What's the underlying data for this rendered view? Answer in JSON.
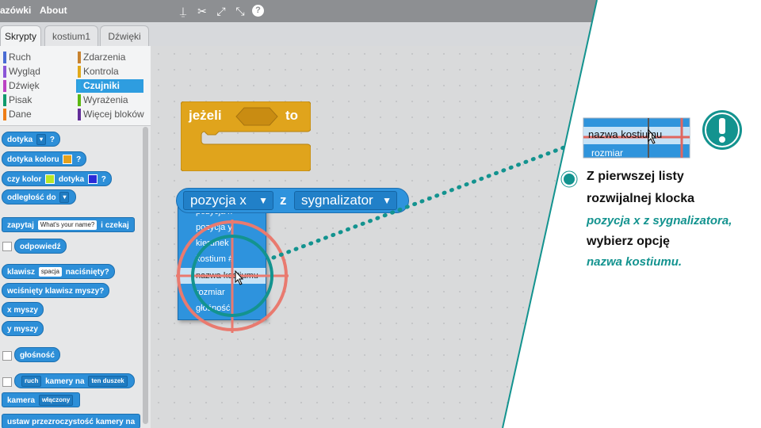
{
  "menubar": {
    "item1": "azówki",
    "item2": "About"
  },
  "tabs": {
    "scripts": "Skrypty",
    "costumes": "kostium1",
    "sounds": "Dźwięki"
  },
  "categories": [
    {
      "label": "Ruch",
      "color": "#4a6cd4"
    },
    {
      "label": "Wygląd",
      "color": "#8a55d7"
    },
    {
      "label": "Dźwięk",
      "color": "#bb42c3"
    },
    {
      "label": "Pisak",
      "color": "#0e9a6c"
    },
    {
      "label": "Dane",
      "color": "#ee7d16"
    },
    {
      "label": "Zdarzenia",
      "color": "#c88330"
    },
    {
      "label": "Kontrola",
      "color": "#e1a91a"
    },
    {
      "label": "Czujniki",
      "color": "#2ca5e2"
    },
    {
      "label": "Wyrażenia",
      "color": "#5cb712"
    },
    {
      "label": "Więcej bloków",
      "color": "#632d99"
    }
  ],
  "palette": {
    "touching": "dotyka",
    "q": "?",
    "touching_color": "dotyka koloru",
    "color_is": "czy kolor",
    "touching2": "dotyka",
    "distance": "odległość do",
    "ask": "zapytaj",
    "ask_default": "What's your name?",
    "and_wait": "i czekaj",
    "answer": "odpowiedź",
    "key": "klawisz",
    "key_value": "spacja",
    "pressed": "naciśnięty?",
    "mouse_down": "wciśnięty klawisz myszy?",
    "mouse_x": "x myszy",
    "mouse_y": "y myszy",
    "loudness": "głośność",
    "video_motion": "ruch",
    "video_on": "kamery na",
    "video_target": "ten duszek",
    "camera": "kamera",
    "camera_state": "włączony",
    "transparency": "ustaw przezroczystość kamery na"
  },
  "if_block": {
    "if": "jeżeli",
    "then": "to"
  },
  "sensing_block": {
    "attribute": "pozycja x",
    "of": "z",
    "object": "sygnalizator"
  },
  "dropdown_items": [
    "pozycja x",
    "pozycja y",
    "kierunek",
    "kostium #",
    "nazwa kostiumu",
    "rozmiar",
    "głośność"
  ],
  "dropdown_selected_index": 4,
  "callout": {
    "thumb_text": "nazwa kostiumu",
    "thumb_text2": "rozmiar",
    "icon": "exclamation-icon",
    "line1": "Z pierwszej listy",
    "line2": "rozwijalnej klocka",
    "line3": "pozycja x z sygnalizatora,",
    "line4": "wybierz opcję",
    "line5": "nazwa kostiumu."
  },
  "colors": {
    "accent": "#13938f",
    "sensing": "#2e93dd",
    "control": "#e0a41c"
  }
}
